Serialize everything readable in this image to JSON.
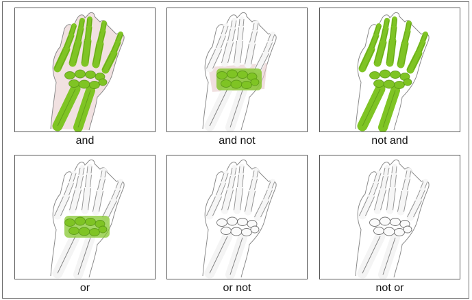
{
  "figure": {
    "panels": [
      {
        "caption": "and",
        "highlight": "full"
      },
      {
        "caption": "and not",
        "highlight": "carpal-band"
      },
      {
        "caption": "not and",
        "highlight": "full-no-skin"
      },
      {
        "caption": "or",
        "highlight": "carpal-band-light"
      },
      {
        "caption": "or not",
        "highlight": "none"
      },
      {
        "caption": "not or",
        "highlight": "none"
      }
    ]
  },
  "colors": {
    "bone_green": "#7fc424",
    "bone_green_dark": "#4e8a10",
    "skin_pink": "#e6c9c9",
    "outline": "#3a3a3a"
  }
}
